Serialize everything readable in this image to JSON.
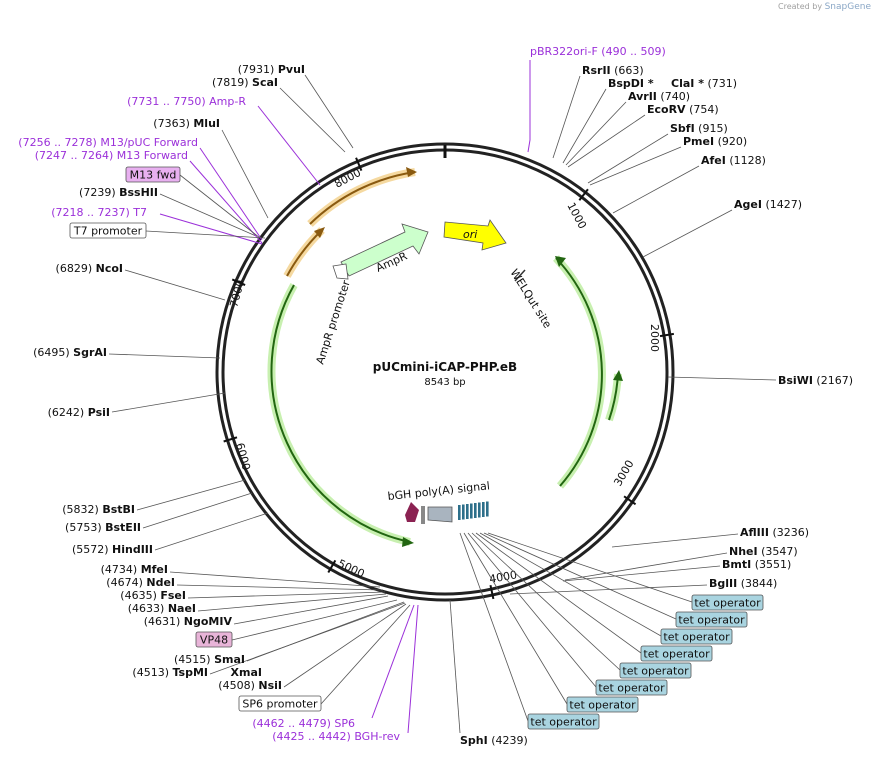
{
  "credit": {
    "prefix": "Created by",
    "brand": "SnapGene"
  },
  "plasmid": {
    "name": "pUCmini-iCAP-PHP.eB",
    "size": "8543 bp"
  },
  "ticks": [
    "1000",
    "2000",
    "3000",
    "4000",
    "5000",
    "6000",
    "7000",
    "8000"
  ],
  "sites": [
    {
      "name": "PvuI",
      "pos": "(7931)"
    },
    {
      "name": "ScaI",
      "pos": "(7819)"
    },
    {
      "name": "MluI",
      "pos": "(7363)"
    },
    {
      "name": "BssHII",
      "pos": "(7239)"
    },
    {
      "name": "NcoI",
      "pos": "(6829)"
    },
    {
      "name": "SgrAI",
      "pos": "(6495)"
    },
    {
      "name": "PsiI",
      "pos": "(6242)"
    },
    {
      "name": "BstBI",
      "pos": "(5832)"
    },
    {
      "name": "BstEII",
      "pos": "(5753)"
    },
    {
      "name": "HindIII",
      "pos": "(5572)"
    },
    {
      "name": "MfeI",
      "pos": "(4734)"
    },
    {
      "name": "NdeI",
      "pos": "(4674)"
    },
    {
      "name": "FseI",
      "pos": "(4635)"
    },
    {
      "name": "NaeI",
      "pos": "(4633)"
    },
    {
      "name": "NgoMIV",
      "pos": "(4631)"
    },
    {
      "name": "SmaI",
      "pos": "(4515)"
    },
    {
      "name": "TspMI",
      "pos": "(4513)"
    },
    {
      "name": "XmaI",
      "pos": ""
    },
    {
      "name": "NsiI",
      "pos": "(4508)"
    },
    {
      "name": "SphI",
      "pos": "(4239)"
    },
    {
      "name": "RsrII",
      "pos": "(663)"
    },
    {
      "name": "BspDI *",
      "pos": ""
    },
    {
      "name": "ClaI *",
      "pos": "(731)"
    },
    {
      "name": "AvrII",
      "pos": "(740)"
    },
    {
      "name": "EcoRV",
      "pos": "(754)"
    },
    {
      "name": "SbfI",
      "pos": "(915)"
    },
    {
      "name": "PmeI",
      "pos": "(920)"
    },
    {
      "name": "AfeI",
      "pos": "(1128)"
    },
    {
      "name": "AgeI",
      "pos": "(1427)"
    },
    {
      "name": "BsiWI",
      "pos": "(2167)"
    },
    {
      "name": "AflIII",
      "pos": "(3236)"
    },
    {
      "name": "NheI",
      "pos": "(3547)"
    },
    {
      "name": "BmtI",
      "pos": "(3551)"
    },
    {
      "name": "BglII",
      "pos": "(3844)"
    }
  ],
  "primers": [
    {
      "range": "(490 .. 509)",
      "name": "pBR322ori-F"
    },
    {
      "range": "(7731 .. 7750)",
      "name": "Amp-R"
    },
    {
      "range": "(7256 .. 7278)",
      "name": "M13/pUC Forward"
    },
    {
      "range": "(7247 .. 7264)",
      "name": "M13 Forward"
    },
    {
      "range": "(7218 .. 7237)",
      "name": "T7"
    },
    {
      "range": "(4462 .. 4479)",
      "name": "SP6"
    },
    {
      "range": "(4425 .. 4442)",
      "name": "BGH-rev"
    }
  ],
  "boxes": [
    {
      "text": "M13 fwd"
    },
    {
      "text": "T7 promoter"
    },
    {
      "text": "VP48"
    },
    {
      "text": "SP6 promoter"
    },
    {
      "text": "tet operator"
    },
    {
      "text": "tet operator"
    },
    {
      "text": "tet operator"
    },
    {
      "text": "tet operator"
    },
    {
      "text": "tet operator"
    },
    {
      "text": "tet operator"
    },
    {
      "text": "tet operator"
    },
    {
      "text": "tet operator"
    }
  ],
  "features": {
    "ori": "ori",
    "ampr": "AmpR",
    "ampr_promoter": "AmpR promoter",
    "welqut": "WELQut site",
    "bgh": "bGH poly(A) signal"
  },
  "colors": {
    "ori": "#ffff00",
    "ampr": "#ccffcc",
    "orange_arc": "#e0a030",
    "green_arc": "#228811",
    "vp48": "#e8b4d8",
    "tet_operator": "#a9d4e0",
    "m13": "#e8b0f0",
    "primer": "#9b30d9",
    "bgh_arrow": "#8b2252"
  }
}
